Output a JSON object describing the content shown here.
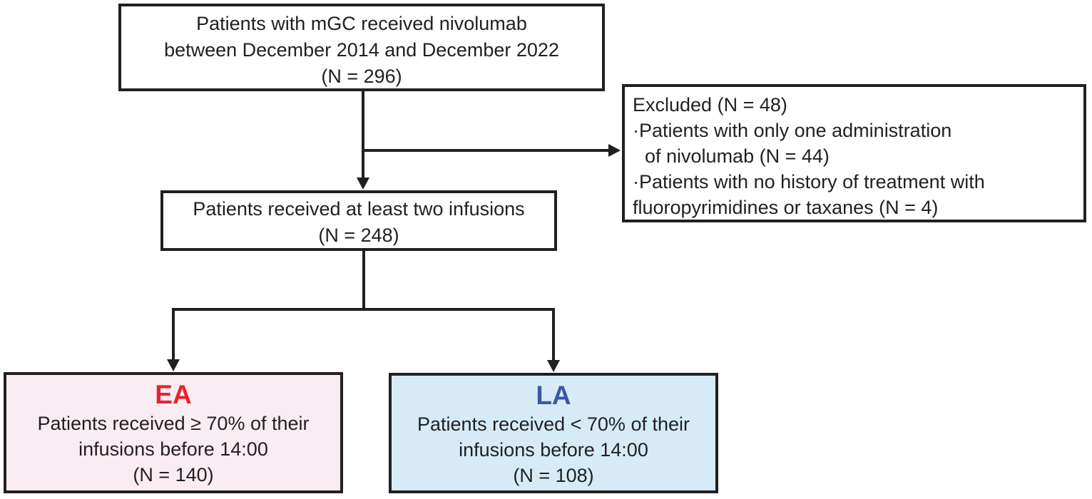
{
  "diagram": {
    "description": "Patient selection flowchart",
    "boxes": {
      "enrollment": {
        "lines": [
          "Patients with mGC received nivolumab",
          "between December 2014 and December 2022",
          "(N = 296)"
        ]
      },
      "excluded": {
        "lines": [
          "Excluded (N = 48)",
          "·Patients with only one administration",
          "of nivolumab (N = 44)",
          "·Patients with no history of treatment with",
          "fluoropyrimidines or taxanes (N = 4)"
        ]
      },
      "infusions": {
        "lines": [
          "Patients received at least two infusions",
          "(N = 248)"
        ]
      },
      "ea": {
        "title": "EA",
        "lines": [
          "Patients received ≥ 70% of their",
          "infusions before 14:00",
          "(N = 140)"
        ]
      },
      "la": {
        "title": "LA",
        "lines": [
          "Patients received < 70% of their",
          "infusions before 14:00",
          "(N = 108)"
        ]
      }
    },
    "colors": {
      "ea_title": "#e8212e",
      "ea_background": "#faecf3",
      "la_title": "#3b57a6",
      "la_background": "#d6ebf5",
      "line": "#231f20",
      "box_border": "#231f20",
      "text": "#231f20"
    }
  }
}
